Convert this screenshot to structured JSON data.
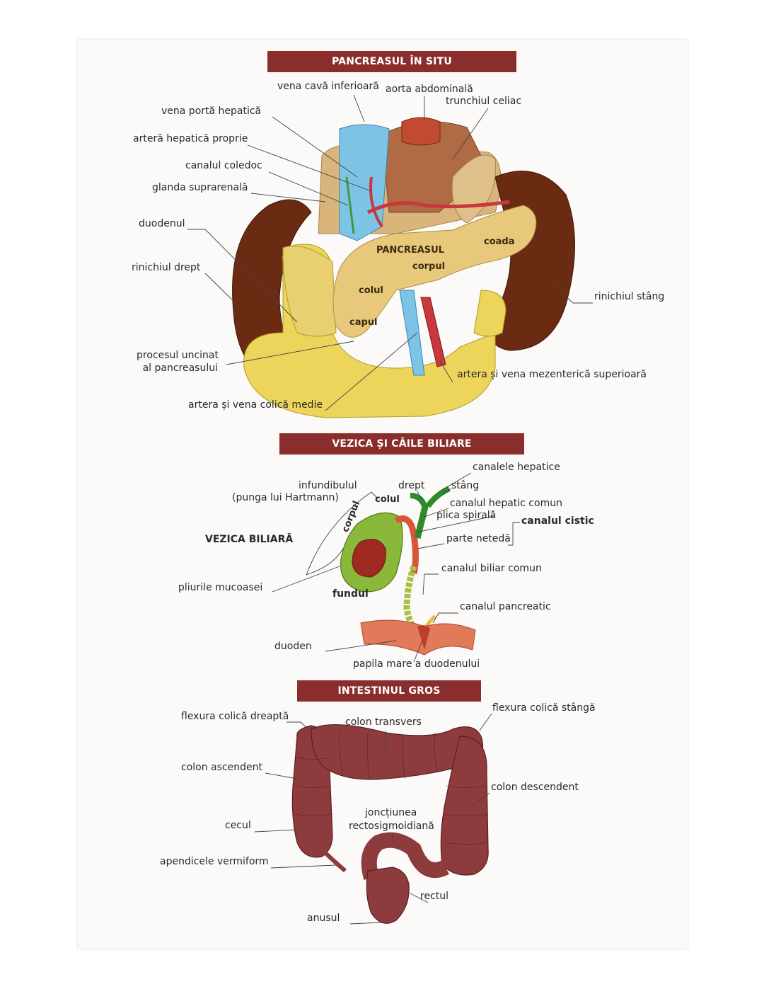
{
  "section_pancreas": {
    "title": "PANCREASUL ÎN SITU",
    "labels": {
      "vena_cava": "vena cavă inferioară",
      "aorta": "aorta abdominală",
      "trunchiul": "trunchiul celiac",
      "vena_porta": "vena portă hepatică",
      "artera_hepatica": "arteră hepatică proprie",
      "coledoc": "canalul coledoc",
      "suprarenala": "glanda suprarenală",
      "duodenul": "duodenul",
      "rinichiul_drept": "rinichiul drept",
      "rinichiul_stang": "rinichiul stâng",
      "procesul_1": "procesul uncinat",
      "procesul_2": "al pancreasului",
      "mezenterica": "artera și vena mezenterică superioară",
      "colica_medie": "artera și vena colică medie",
      "pancreasul": "PANCREASUL",
      "coada": "coada",
      "corpul": "corpul",
      "colul": "colul",
      "capul": "capul"
    }
  },
  "section_biliar": {
    "title": "VEZICA ȘI CĂILE BILIARE",
    "labels": {
      "canalele_hepatice": "canalele hepatice",
      "infundibulul": "infundibulul",
      "hartmann": "(punga lui Hartmann)",
      "drept": "drept",
      "stang": "stâng",
      "colul": "colul",
      "hepatic_comun": "canalul hepatic comun",
      "plica": "plica spirală",
      "cistic": "canalul cistic",
      "vezica": "VEZICA BILIARĂ",
      "corpul": "corpul",
      "neteda": "parte netedă",
      "biliar_comun": "canalul biliar comun",
      "pliurile": "pliurile mucoasei",
      "fundul": "fundul",
      "pancreatic": "canalul pancreatic",
      "duoden": "duoden",
      "papila": "papila mare a duodenului"
    }
  },
  "section_intestin": {
    "title": "INTESTINUL GROS",
    "labels": {
      "flexura_dreapta": "flexura colică dreaptă",
      "colon_transvers": "colon transvers",
      "flexura_stanga": "flexura colică stângă",
      "colon_ascendent": "colon  ascendent",
      "colon_descendent": "colon  descendent",
      "jonctiunea_1": "joncțiunea",
      "jonctiunea_2": "rectosigmoidiană",
      "cecul": "cecul",
      "apendicele": "apendicele vermiform",
      "rectul": "rectul",
      "anusul": "anusul"
    }
  },
  "colors": {
    "banner": "#8a2d2d",
    "pancreas": "#e8c87a",
    "kidney": "#6b2a12",
    "duodenum": "#ecd55a",
    "vein": "#7cc3e6",
    "artery": "#c8383c",
    "gallbladder": "#8ab83a",
    "colon": "#8e3b3d"
  }
}
